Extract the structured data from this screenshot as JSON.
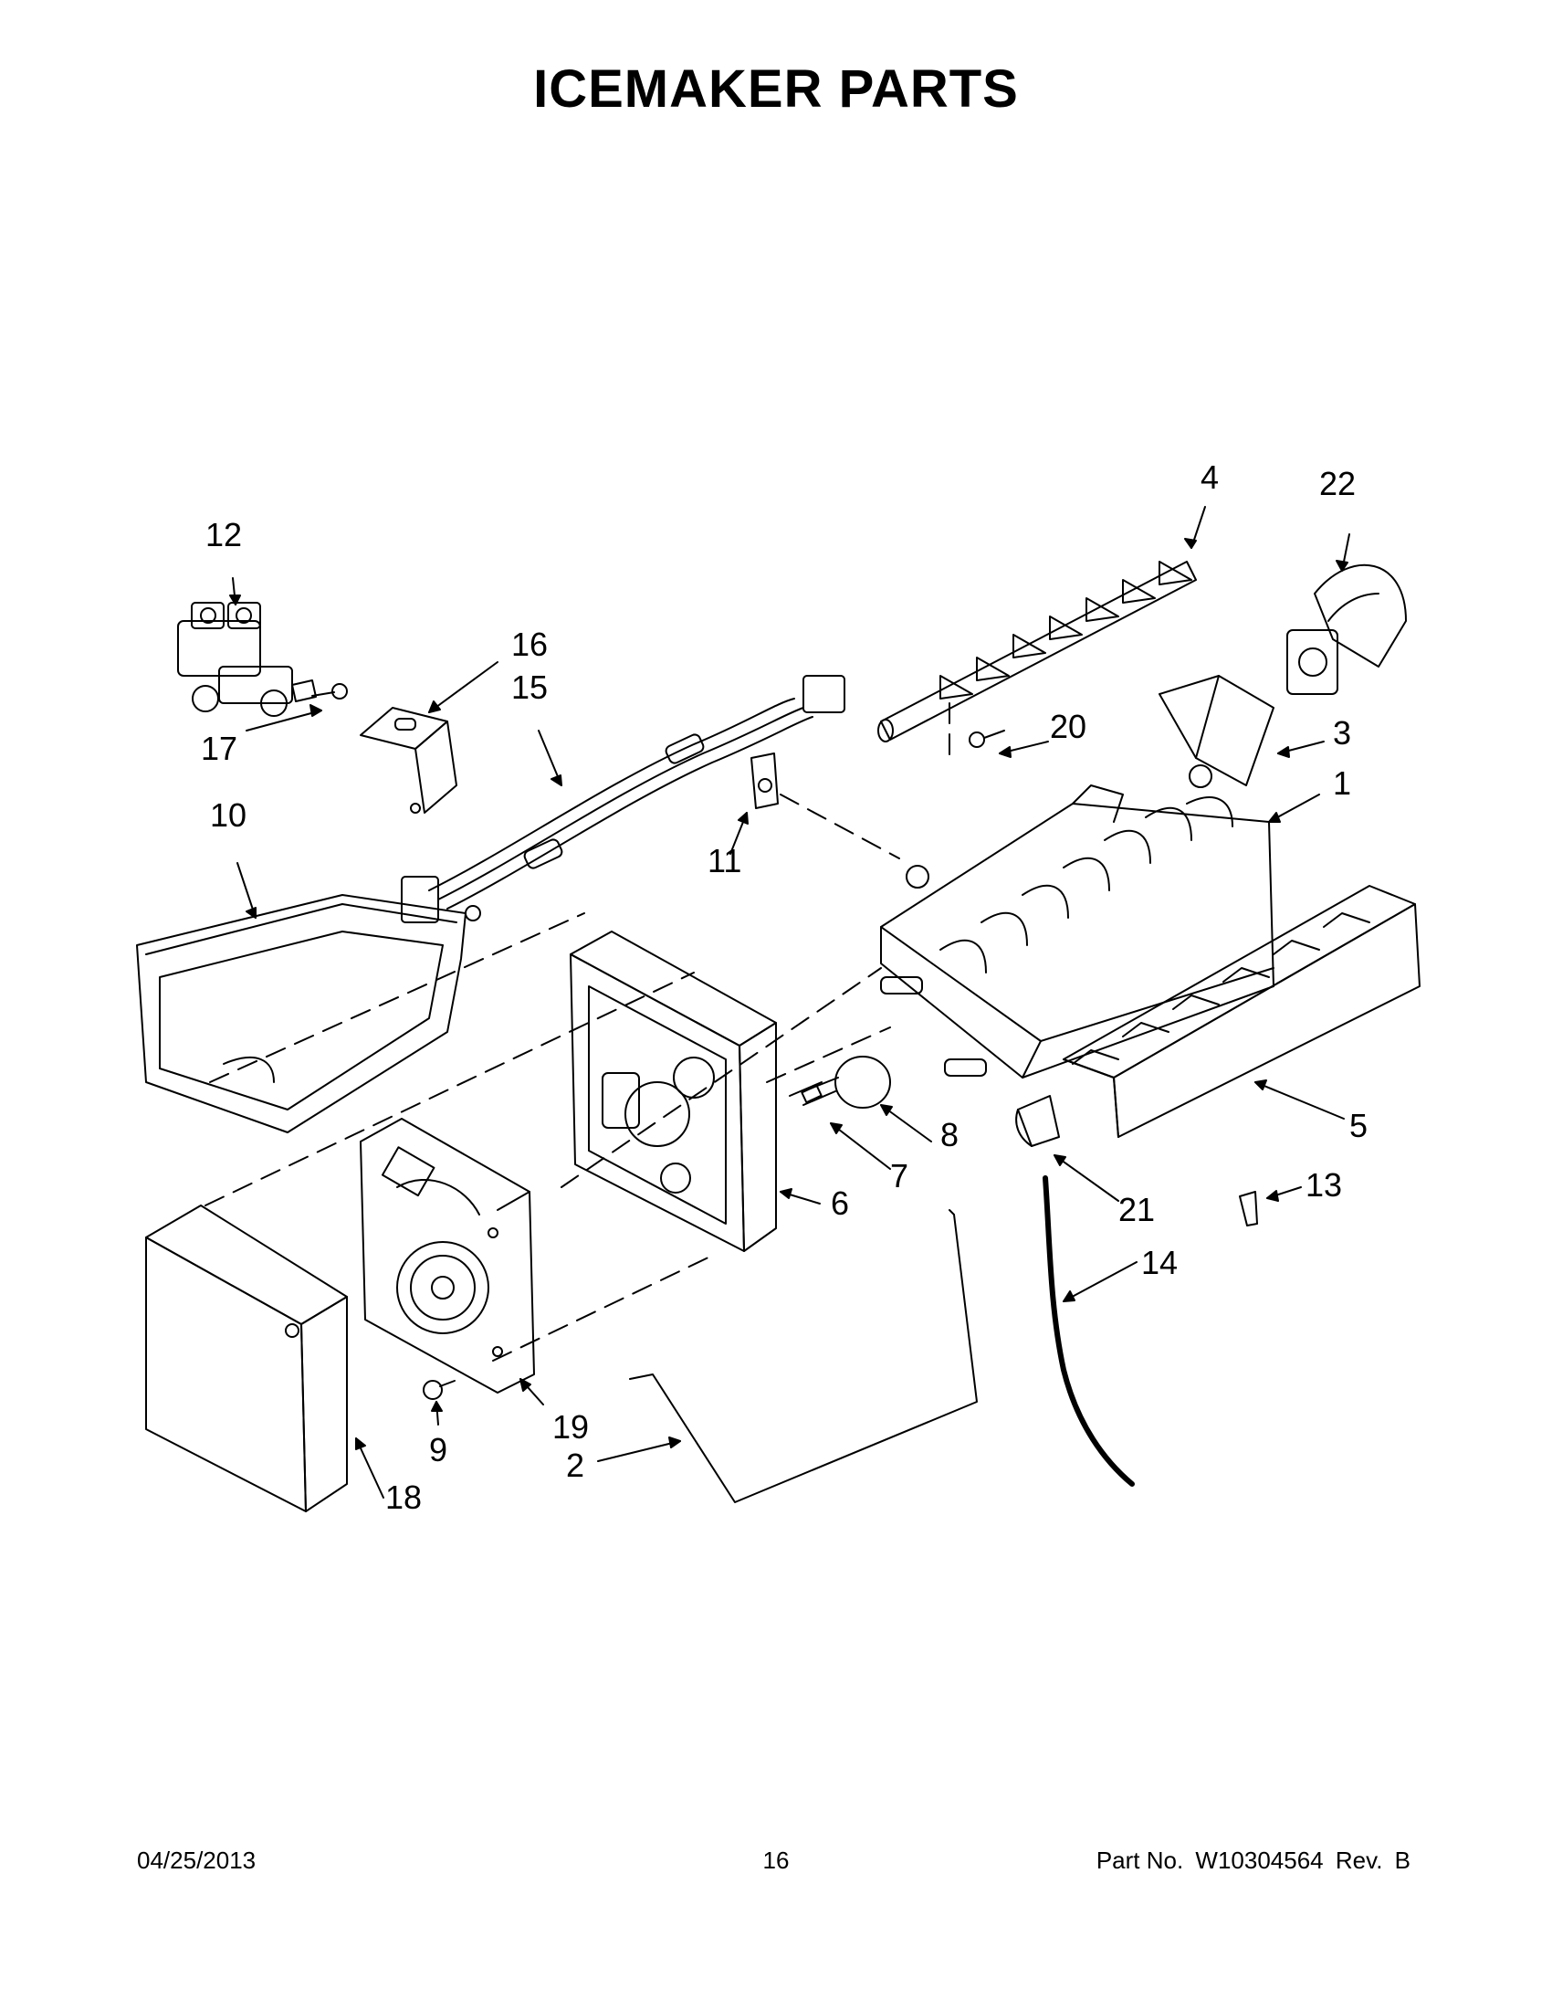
{
  "title": "ICEMAKER PARTS",
  "callouts": {
    "c1": "1",
    "c2": "2",
    "c3": "3",
    "c4": "4",
    "c5": "5",
    "c6": "6",
    "c7": "7",
    "c8": "8",
    "c9": "9",
    "c10": "10",
    "c11": "11",
    "c12": "12",
    "c13": "13",
    "c14": "14",
    "c15": "15",
    "c16": "16",
    "c17": "17",
    "c18": "18",
    "c19": "19",
    "c20": "20",
    "c21": "21",
    "c22": "22"
  },
  "footer": {
    "date": "04/25/2013",
    "page": "16",
    "part_label": "Part No.",
    "part_number": "W10304564",
    "rev_label": "Rev.",
    "rev": "B"
  }
}
